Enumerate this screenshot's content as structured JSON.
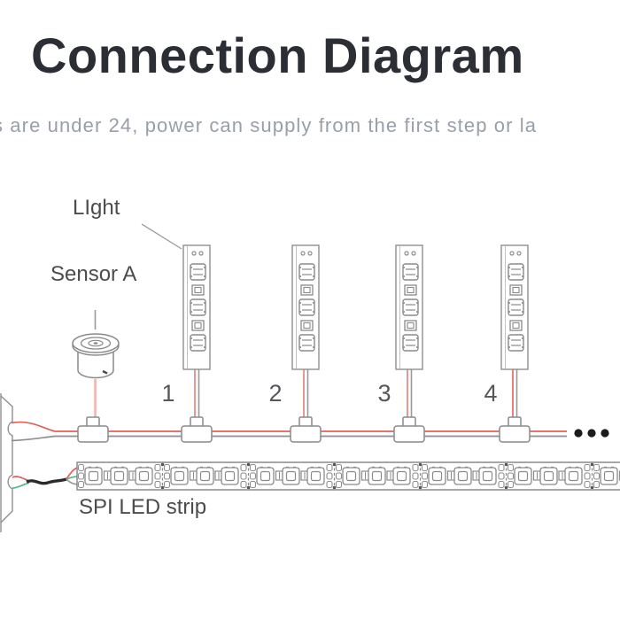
{
  "header": {
    "title": "Connection Diagram",
    "subtitle_visible": "s are under 24, power can supply from the first step or la"
  },
  "diagram": {
    "light_label": "LIght",
    "sensor_label": "Sensor A",
    "spi_strip_label": "SPI LED strip",
    "step_numbers": [
      "1",
      "2",
      "3",
      "4"
    ],
    "icons": {
      "sensor": "sensor-icon",
      "step_light": "step-light-strip-icon",
      "t_connector": "t-connector-icon",
      "spi_strip": "spi-led-strip-icon",
      "continuation": "continuation-dots-icon",
      "controller": "controller-edge-icon"
    },
    "colors": {
      "title_text": "#2b2e34",
      "subtitle_text": "#989fa8",
      "label_text": "#4e4c4a",
      "outline": "#8e8e8e",
      "wire_red": "#e2605a",
      "wire_pink": "#f0b5b2",
      "wire_green": "#5cb58a",
      "wire_gray": "#999999",
      "wire_black": "#2b2b2b"
    }
  }
}
